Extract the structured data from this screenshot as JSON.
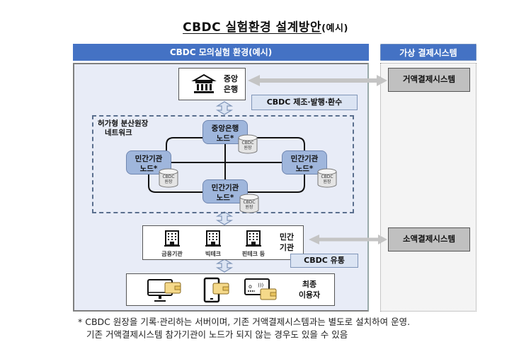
{
  "title": {
    "main": "CBDC 실험환경 설계방안",
    "suffix": "(예시)"
  },
  "panels": {
    "main_header": "CBDC 모의실험 환경(예시)",
    "side_header": "가상 결제시스템"
  },
  "central_bank": {
    "label_line1": "중앙",
    "label_line2": "은행",
    "icon": "bank-icon",
    "tag": "CBDC 제조·발행·환수"
  },
  "network": {
    "label_line1": "허가형 분산원장",
    "label_line2": "네트워크",
    "nodes": [
      {
        "line1": "중앙은행",
        "line2": "노드*",
        "ledger_line1": "CBDC",
        "ledger_line2": "원장"
      },
      {
        "line1": "민간기관",
        "line2": "노드*",
        "ledger_line1": "CBDC",
        "ledger_line2": "원장"
      },
      {
        "line1": "민간기관",
        "line2": "노드*",
        "ledger_line1": "CBDC",
        "ledger_line2": "원장"
      },
      {
        "line1": "민간기관",
        "line2": "노드*",
        "ledger_line1": "CBDC",
        "ledger_line2": "원장"
      }
    ]
  },
  "private": {
    "label_line1": "민간",
    "label_line2": "기관",
    "institutions": [
      {
        "label": "금융기관",
        "icon": "building-icon"
      },
      {
        "label": "빅테크",
        "icon": "building-icon"
      },
      {
        "label": "핀테크 등",
        "icon": "building-icon"
      }
    ],
    "tag": "CBDC 유통"
  },
  "end_user": {
    "label_line1": "최종",
    "label_line2": "이용자",
    "devices": [
      "desktop-wallet-icon",
      "mobile-wallet-icon",
      "card-wallet-icon"
    ]
  },
  "systems": {
    "wholesale": "거액결제시스템",
    "retail": "소액결제시스템"
  },
  "footnote": {
    "line1": "* CBDC 원장을 기록·관리하는 서버이며, 기존 거액결제시스템과는 별도로 설치하여 운영.",
    "line2": "기존 거액결제시스템 참가기관이 노드가 되지 않는 경우도 있을 수 있음"
  },
  "colors": {
    "header_blue": "#4472c4",
    "node_blue": "#9fb6dc",
    "panel_bg": "#e8ecf7",
    "system_gray": "#c0c0c0",
    "wallet_yellow": "#f5d98a"
  }
}
